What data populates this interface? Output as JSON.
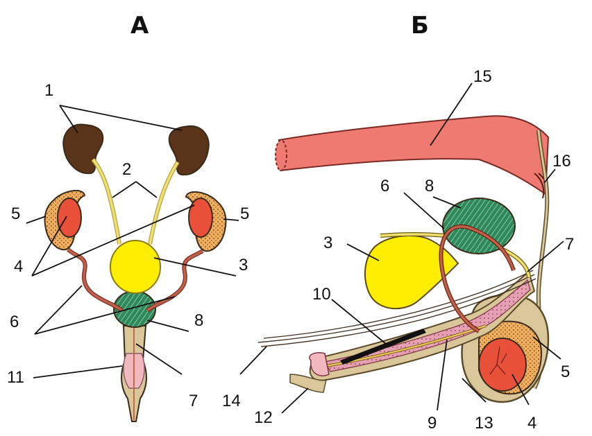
{
  "panels": {
    "a": {
      "title": "А"
    },
    "b": {
      "title": "Б"
    }
  },
  "labels_a": {
    "n1": "1",
    "n2": "2",
    "n3": "3",
    "n4": "4",
    "n5_left": "5",
    "n5_right": "5",
    "n6": "6",
    "n7": "7",
    "n8": "8",
    "n11": "11"
  },
  "labels_b": {
    "n3": "3",
    "n4": "4",
    "n5": "5",
    "n6": "6",
    "n7": "7",
    "n8": "8",
    "n9": "9",
    "n10": "10",
    "n12": "12",
    "n13": "13",
    "n14": "14",
    "n15": "15",
    "n16": "16"
  },
  "colors": {
    "kidney": "#5a3418",
    "ureter": "#e8d870",
    "bladder": "#ffee00",
    "testis": "#e8503a",
    "epididymis": "#f0b060",
    "vas_deferens": "#c0604a",
    "prostate": "#2e8a5a",
    "urethra_sheath": "#d9c79a",
    "bulbourethral": "#f2b8c0",
    "rectum": "#ee7a72",
    "penis_tissue": "#e6a0b4"
  }
}
